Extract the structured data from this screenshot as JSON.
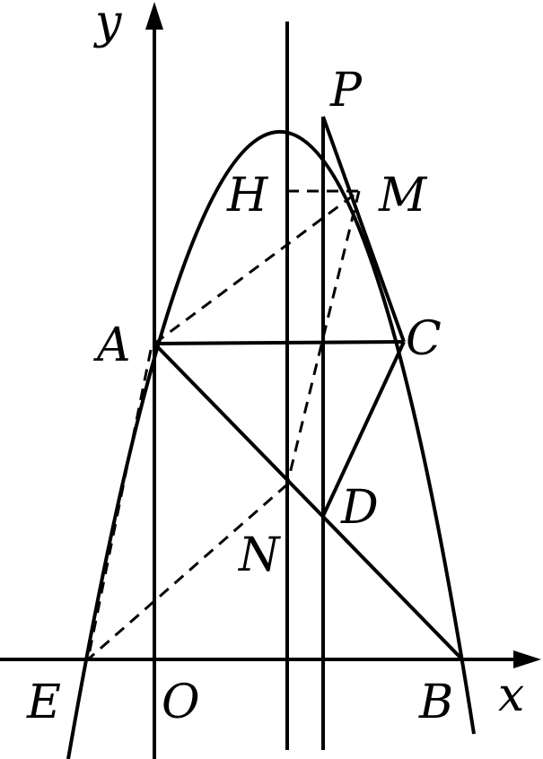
{
  "labels": {
    "y_axis": "y",
    "x_axis": "x",
    "P": "P",
    "H": "H",
    "M": "M",
    "A": "A",
    "C": "C",
    "D": "D",
    "N": "N",
    "E": "E",
    "O": "O",
    "B": "B"
  },
  "colors": {
    "ink": "#000000",
    "background": "#ffffff"
  }
}
